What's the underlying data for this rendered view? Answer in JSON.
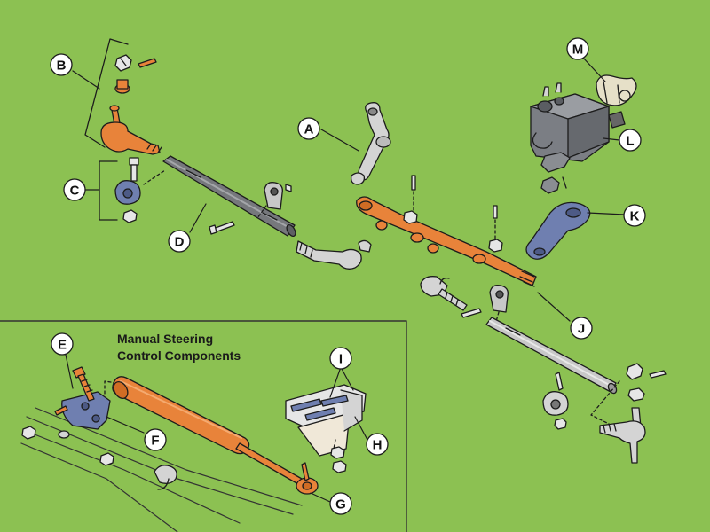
{
  "inset": {
    "title_line1": "Manual Steering",
    "title_line2": "Control Components"
  },
  "callouts": {
    "a": "A",
    "b": "B",
    "c": "C",
    "d": "D",
    "e": "E",
    "f": "F",
    "g": "G",
    "h": "H",
    "i": "I",
    "j": "J",
    "k": "K",
    "l": "L",
    "m": "M"
  },
  "colors": {
    "background": "#8cc152",
    "highlight_orange": "#e8833a",
    "rod_gray": "#76787c",
    "bracket_blue": "#6f7fb0",
    "outline": "#1c1c1c"
  }
}
